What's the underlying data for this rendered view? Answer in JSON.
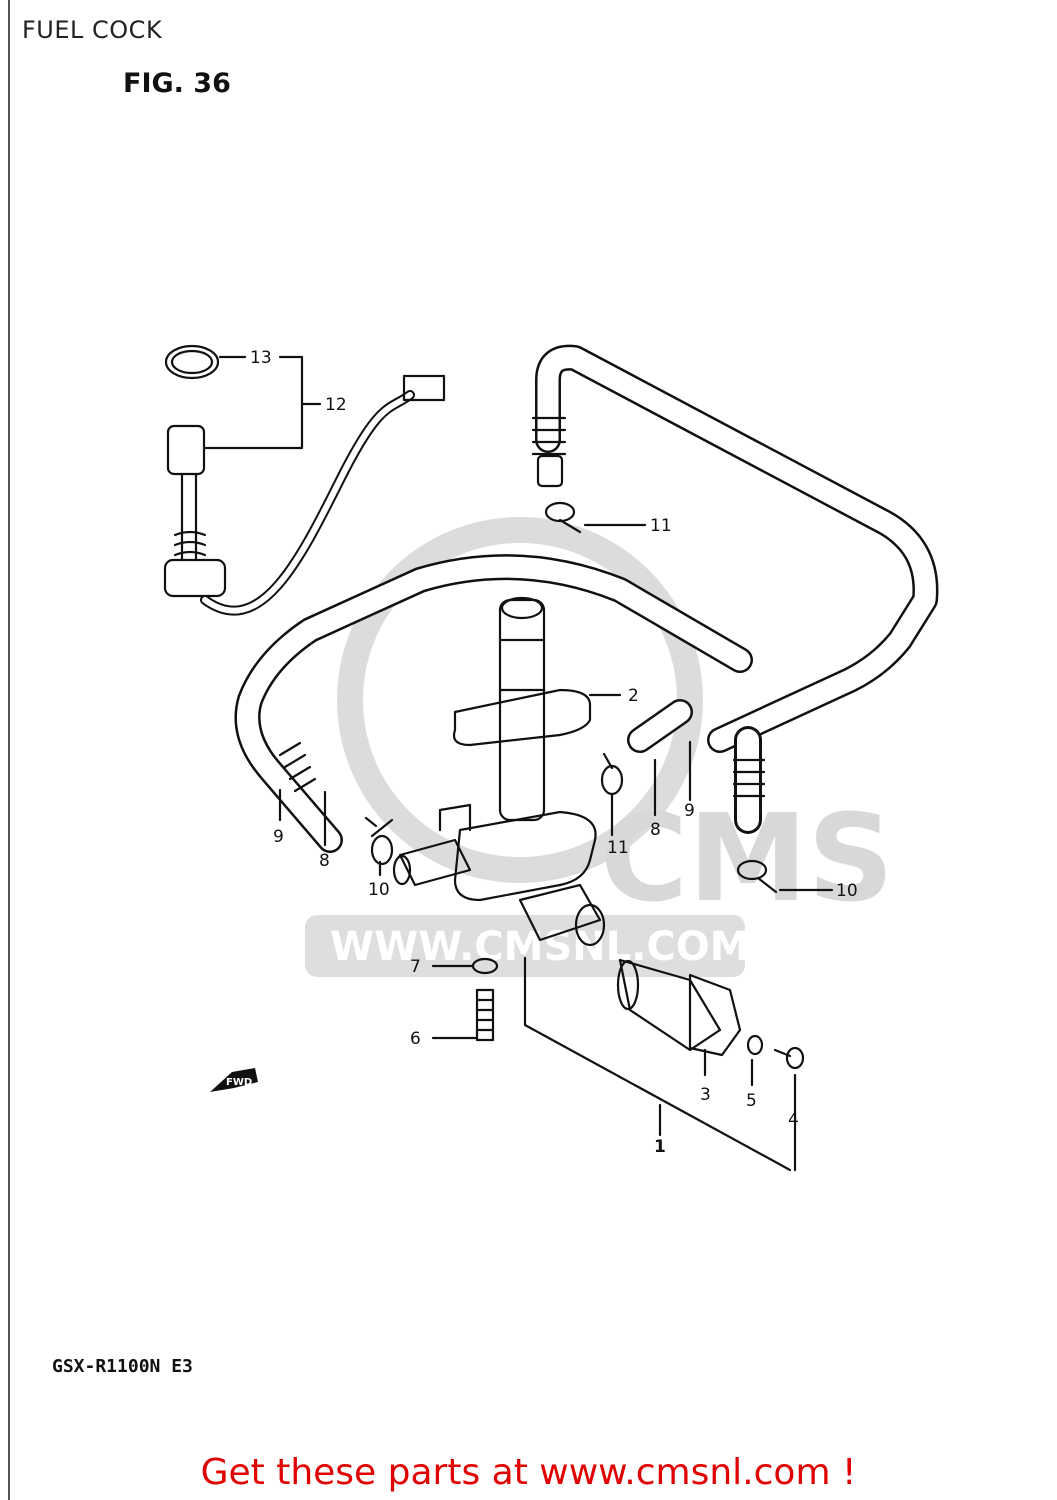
{
  "page": {
    "title": "FUEL COCK"
  },
  "figure": {
    "label": "FIG. 36",
    "model": "GSX-R1100N E3"
  },
  "watermark": {
    "url": "WWW.CMSNL.COM",
    "brand": "CMS"
  },
  "callouts": [
    {
      "id": "13",
      "text": "13"
    },
    {
      "id": "12",
      "text": "12"
    },
    {
      "id": "11a",
      "text": "11"
    },
    {
      "id": "2",
      "text": "2"
    },
    {
      "id": "9a",
      "text": "9"
    },
    {
      "id": "8a",
      "text": "8"
    },
    {
      "id": "10a",
      "text": "10"
    },
    {
      "id": "11b",
      "text": "11"
    },
    {
      "id": "8b",
      "text": "8"
    },
    {
      "id": "9b",
      "text": "9"
    },
    {
      "id": "10b",
      "text": "10"
    },
    {
      "id": "7",
      "text": "7"
    },
    {
      "id": "6",
      "text": "6"
    },
    {
      "id": "3",
      "text": "3"
    },
    {
      "id": "5",
      "text": "5"
    },
    {
      "id": "4",
      "text": "4"
    },
    {
      "id": "1",
      "text": "1"
    }
  ],
  "fwd_badge": "FWD",
  "footer": {
    "cta": "Get these parts at www.cmsnl.com !"
  },
  "colors": {
    "cta": "#e00000",
    "line": "#111111",
    "watermark": "#d4d4d4"
  }
}
